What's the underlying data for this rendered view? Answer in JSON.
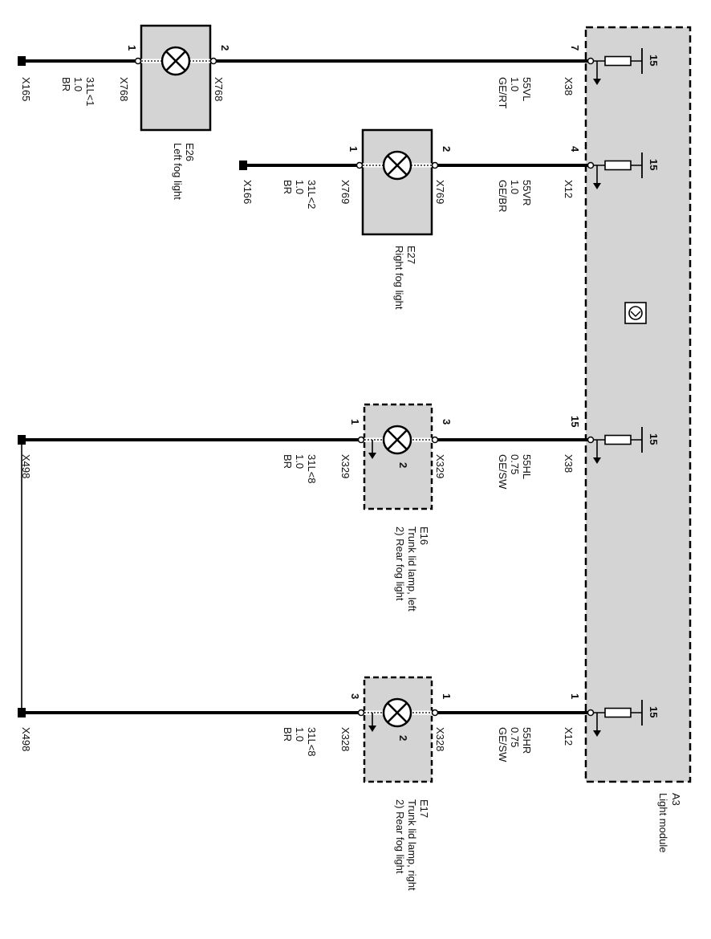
{
  "module": {
    "code": "A3",
    "name": "Light module",
    "pin_value": "15",
    "bg": "#d4d4d4"
  },
  "circuits": [
    {
      "id": "E26",
      "name": "Left fog light",
      "housing": "solid",
      "module_pin": "7",
      "module_conn": "X38",
      "wire_out": {
        "signal": "55VL",
        "size": "1.0",
        "color": "GE/RT"
      },
      "lamp_pin_out": "2",
      "lamp_conn_out": "X768",
      "lamp_pin_in": "1",
      "lamp_conn_in": "X768",
      "wire_gnd": {
        "signal": "31L<1",
        "size": "1.0",
        "color": "BR"
      },
      "ground": "X165",
      "lamp_number": ""
    },
    {
      "id": "E27",
      "name": "Right fog light",
      "housing": "solid",
      "module_pin": "4",
      "module_conn": "X12",
      "wire_out": {
        "signal": "55VR",
        "size": "1.0",
        "color": "GE/BR"
      },
      "lamp_pin_out": "2",
      "lamp_conn_out": "X769",
      "lamp_pin_in": "1",
      "lamp_conn_in": "X769",
      "wire_gnd": {
        "signal": "31L<2",
        "size": "1.0",
        "color": "BR"
      },
      "ground": "X166",
      "lamp_number": ""
    },
    {
      "id": "E16",
      "name": "Trunk lid lamp, left",
      "sub": "2) Rear fog light",
      "housing": "dashed",
      "module_pin": "15",
      "module_conn": "X38",
      "wire_out": {
        "signal": "55HL",
        "size": "0.75",
        "color": "GE/SW"
      },
      "lamp_pin_out": "3",
      "lamp_conn_out": "X329",
      "lamp_pin_in": "1",
      "lamp_conn_in": "X329",
      "wire_gnd": {
        "signal": "31L<8",
        "size": "1.0",
        "color": "BR"
      },
      "ground": "X498",
      "lamp_number": "2"
    },
    {
      "id": "E17",
      "name": "Trunk lid lamp, right",
      "sub": "2) Rear fog light",
      "housing": "dashed",
      "module_pin": "1",
      "module_conn": "X12",
      "wire_out": {
        "signal": "55HR",
        "size": "0.75",
        "color": "GE/SW"
      },
      "lamp_pin_out": "1",
      "lamp_conn_out": "X328",
      "lamp_pin_in": "3",
      "lamp_conn_in": "X328",
      "wire_gnd": {
        "signal": "31L<8",
        "size": "1.0",
        "color": "BR"
      },
      "ground": "X498",
      "lamp_number": "2"
    }
  ]
}
